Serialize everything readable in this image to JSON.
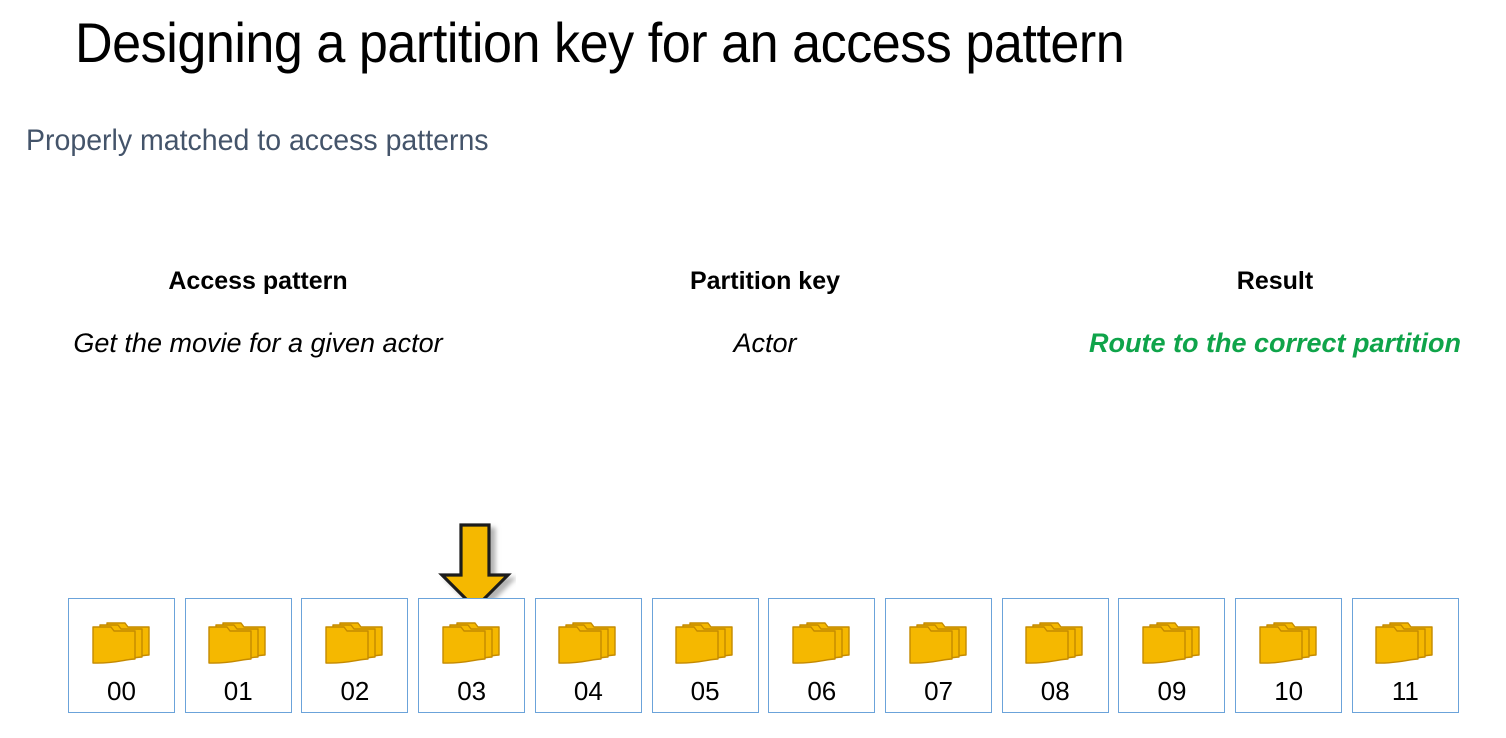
{
  "slide": {
    "title": "Designing a partition key for an access pattern",
    "subtitle": "Properly matched to access patterns"
  },
  "colors": {
    "subtitle": "#44546A",
    "result_highlight": "#0FA44A",
    "partition_border": "#6BA3DA",
    "icon_fill": "#F5B800",
    "icon_stroke": "#C48A00",
    "arrow_fill": "#F5B800",
    "arrow_stroke": "#1A1A1A"
  },
  "columns": [
    {
      "id": "access-pattern",
      "header": "Access pattern",
      "value": "Get the movie for a given actor",
      "highlight": false
    },
    {
      "id": "partition-key",
      "header": "Partition key",
      "value": "Actor",
      "highlight": false
    },
    {
      "id": "result",
      "header": "Result",
      "value": "Route to the correct partition",
      "highlight": true
    }
  ],
  "partitions": {
    "icon_name": "stacked-documents-icon",
    "arrow_icon_name": "down-arrow-icon",
    "arrow_points_to": "03",
    "boxes": [
      {
        "label": "00",
        "highlighted": false
      },
      {
        "label": "01",
        "highlighted": false
      },
      {
        "label": "02",
        "highlighted": false
      },
      {
        "label": "03",
        "highlighted": true
      },
      {
        "label": "04",
        "highlighted": false
      },
      {
        "label": "05",
        "highlighted": false
      },
      {
        "label": "06",
        "highlighted": false
      },
      {
        "label": "07",
        "highlighted": false
      },
      {
        "label": "08",
        "highlighted": false
      },
      {
        "label": "09",
        "highlighted": false
      },
      {
        "label": "10",
        "highlighted": false
      },
      {
        "label": "11",
        "highlighted": false
      }
    ]
  }
}
